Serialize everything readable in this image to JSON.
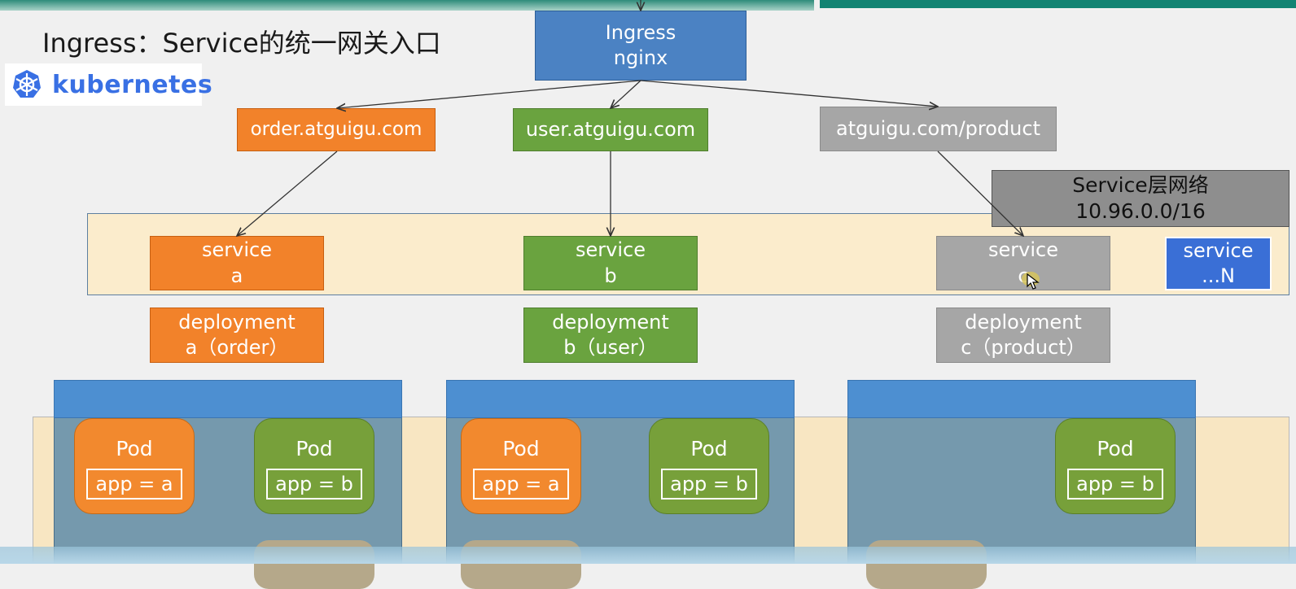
{
  "title": "Ingress：Service的统一网关入口",
  "logo": {
    "icon": "kubernetes-wheel-icon",
    "text": "kubernetes"
  },
  "ingress": {
    "line1": "Ingress",
    "line2": "nginx"
  },
  "hosts": [
    {
      "label": "order.atguigu.com"
    },
    {
      "label": "user.atguigu.com"
    },
    {
      "label": "atguigu.com/product"
    }
  ],
  "service_network": {
    "line1": "Service层网络",
    "line2": "10.96.0.0/16"
  },
  "services": [
    {
      "line1": "service",
      "line2": "a"
    },
    {
      "line1": "service",
      "line2": "b"
    },
    {
      "line1": "service",
      "line2": "c"
    },
    {
      "line1": "service",
      "line2": "...N"
    }
  ],
  "deployments": [
    {
      "line1": "deployment",
      "line2": "a（order）"
    },
    {
      "line1": "deployment",
      "line2": "b（user）"
    },
    {
      "line1": "deployment",
      "line2": "c（product）"
    }
  ],
  "pods": [
    {
      "title": "Pod",
      "label": "app = a"
    },
    {
      "title": "Pod",
      "label": "app = b"
    },
    {
      "title": "Pod",
      "label": "app = a"
    },
    {
      "title": "Pod",
      "label": "app = b"
    },
    {
      "title": "Pod",
      "label": "app = b"
    }
  ],
  "colors": {
    "orange": "#f2822a",
    "green": "#6aa33f",
    "grey": "#a6a6a6",
    "blue": "#4a7fbf",
    "node": "#628eaa",
    "service_layer": "#fbeccc"
  }
}
